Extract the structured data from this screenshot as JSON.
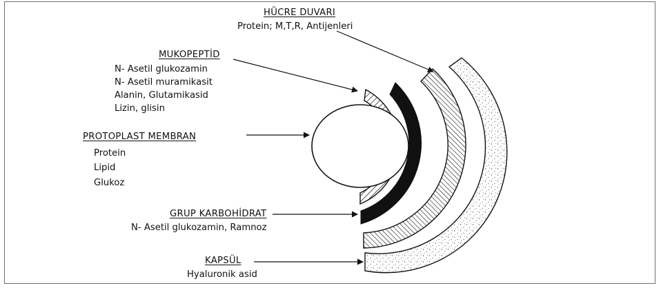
{
  "hucre_duvari": {
    "title": "HÜCRE DUVARI",
    "text": "Protein; M,T,R, Antijenleri"
  },
  "mukopeptid": {
    "title": "MUKOPEPTİD",
    "items": [
      "N- Asetil glukozamin",
      "N- Asetil muramikasit",
      "Alanin, Glutamikasid",
      "Lizin, glisin"
    ]
  },
  "protoplast": {
    "title": "PROTOPLAST MEMBRAN",
    "items": [
      "Protein",
      "Lipid",
      "Glukoz"
    ]
  },
  "grup_karbohidrat": {
    "title": "GRUP KARBOHİDRAT",
    "text": "N- Asetil glukozamin, Ramnoz"
  },
  "kapsul": {
    "title": "KAPSÜL",
    "text": "Hyaluronik asid"
  },
  "colors": {
    "ink": "#111111",
    "frame": "#6e6e6e",
    "dots": "#555555"
  }
}
